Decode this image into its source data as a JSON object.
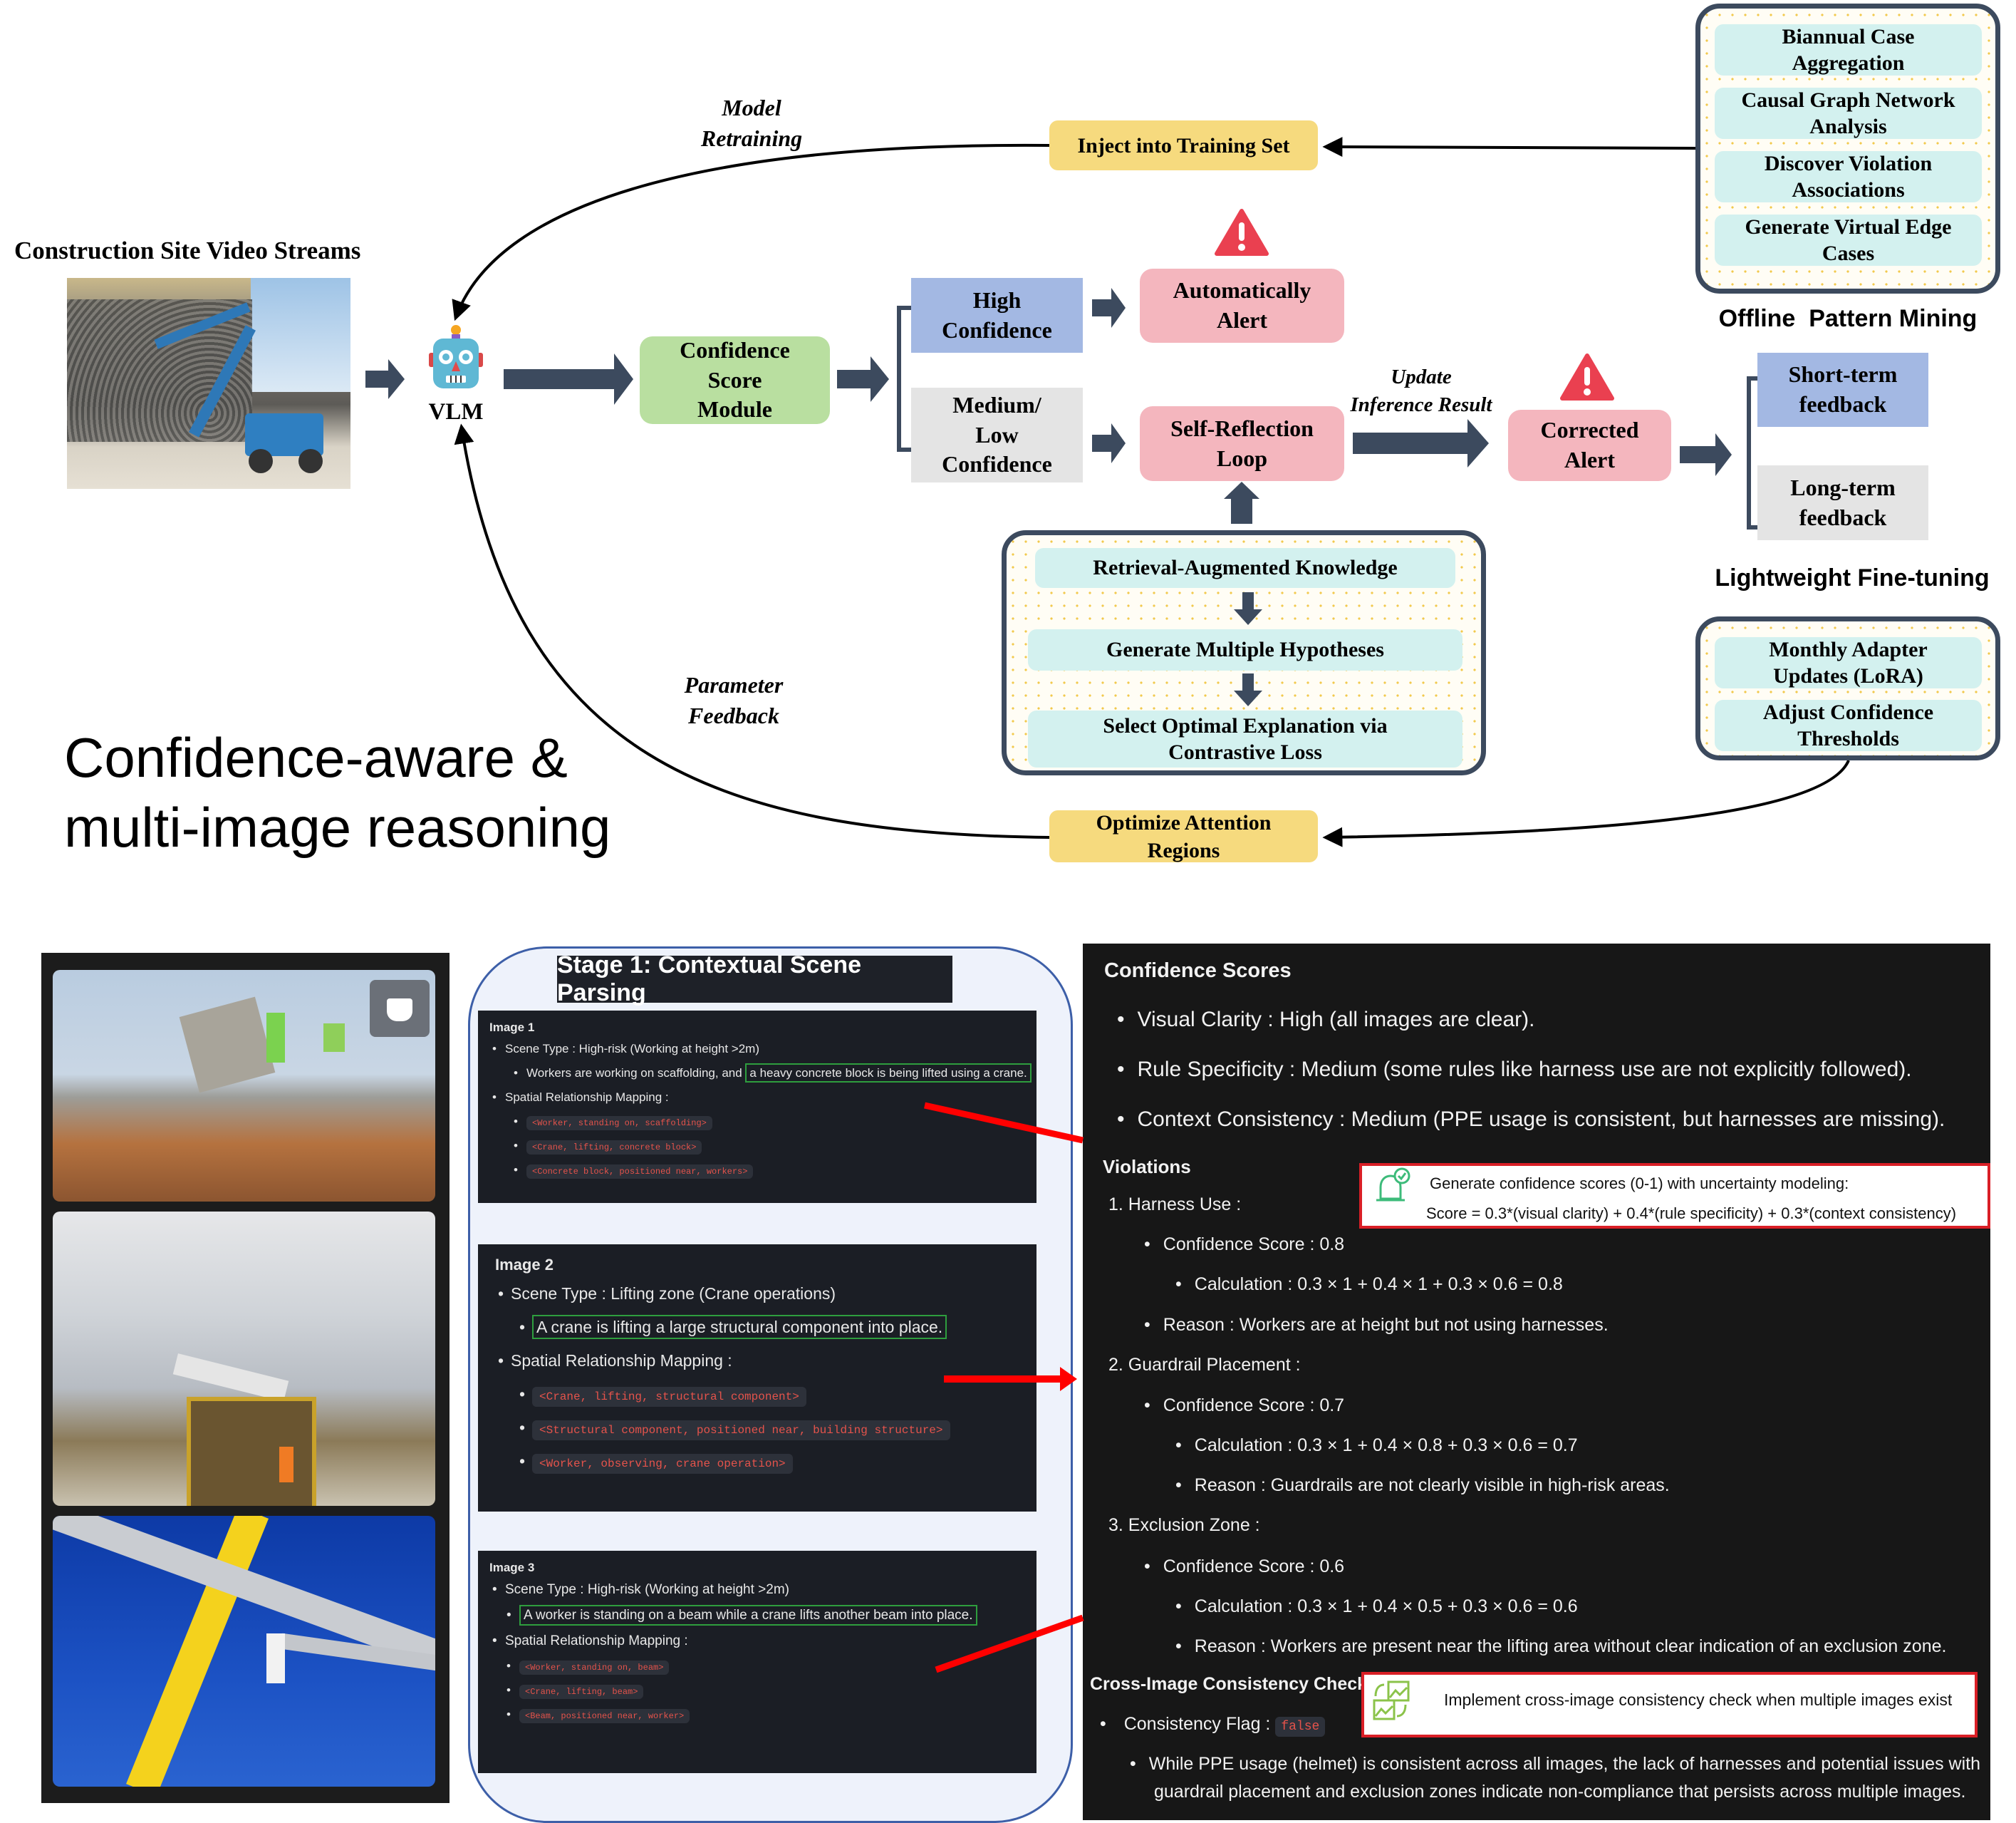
{
  "diagram": {
    "source_label": "Construction Site Video Streams",
    "vlm_label": "VLM",
    "confidence_module": "Confidence\nScore\nModule",
    "high_confidence": "High\nConfidence",
    "medium_low_confidence": "Medium/\nLow\nConfidence",
    "automatically_alert": "Automatically\nAlert",
    "self_reflection_loop": "Self-Reflection\nLoop",
    "update_inference_label": "Update\nInference Result",
    "corrected_alert": "Corrected\nAlert",
    "short_term_feedback": "Short-term\nfeedback",
    "long_term_feedback": "Long-term\nfeedback",
    "lightweight_label": "Lightweight Fine-tuning",
    "offline_label": "Offline  Pattern Mining",
    "offline_items": [
      "Biannual Case\nAggregation",
      "Causal Graph Network\nAnalysis",
      "Discover Violation\nAssociations",
      "Generate Virtual Edge\nCases"
    ],
    "inject_training": "Inject into Training Set",
    "model_retraining_label": "Model\nRetraining",
    "reflection_steps": [
      "Retrieval-Augmented  Knowledge",
      "Generate  Multiple  Hypotheses",
      "Select  Optimal  Explanation  via\nContrastive  Loss"
    ],
    "lightweight_items": [
      "Monthly Adapter\nUpdates (LoRA)",
      "Adjust Confidence\nThresholds"
    ],
    "optimize_attention": "Optimize Attention\nRegions",
    "parameter_feedback_label": "Parameter\nFeedback",
    "icons": {
      "robot": "robot-icon",
      "warning": "warning-icon"
    },
    "colors": {
      "green": "#b9dfa0",
      "blue": "#a3b8e3",
      "grey": "#e4e4e4",
      "pink": "#f4b6be",
      "yellow": "#f6da7e",
      "cyan": "#d3f1ef",
      "arrow": "#3c4a5e",
      "warning": "#ea4050"
    }
  },
  "title": {
    "line1": "Confidence-aware &",
    "line2": "multi-image reasoning"
  },
  "stage1": {
    "title": "Stage 1: Contextual Scene Parsing",
    "images": [
      {
        "heading": "Image 1",
        "scene_type": "Scene Type : High-risk (Working at height >2m)",
        "desc_prefix": "Workers are working on scaffolding, and ",
        "desc_highlight": "a heavy concrete block is being lifted using a crane.",
        "mapping_label": "Spatial Relationship Mapping :",
        "relations": [
          "<Worker, standing on, scaffolding>",
          "<Crane, lifting, concrete block>",
          "<Concrete block, positioned near, workers>"
        ]
      },
      {
        "heading": "Image 2",
        "scene_type": "Scene Type : Lifting zone (Crane operations)",
        "desc_prefix": "",
        "desc_highlight": "A crane is lifting a large structural component into place.",
        "mapping_label": "Spatial Relationship Mapping :",
        "relations": [
          "<Crane, lifting, structural component>",
          "<Structural component, positioned near, building structure>",
          "<Worker, observing, crane operation>"
        ]
      },
      {
        "heading": "Image 3",
        "scene_type": "Scene Type : High-risk (Working at height >2m)",
        "desc_prefix": "",
        "desc_highlight": "A worker is standing on a beam while a crane lifts another beam into place.",
        "mapping_label": "Spatial Relationship Mapping :",
        "relations": [
          "<Worker, standing on, beam>",
          "<Crane, lifting, beam>",
          "<Beam, positioned near, worker>"
        ]
      }
    ]
  },
  "confidence": {
    "heading": "Confidence Scores",
    "factors": [
      "Visual Clarity : High (all images are clear).",
      "Rule Specificity : Medium (some rules like harness use are not explicitly followed).",
      "Context Consistency : Medium (PPE usage is consistent, but harnesses are missing)."
    ],
    "violations_heading": "Violations",
    "violations": [
      {
        "title": "1.  Harness Use :",
        "score": "Confidence Score : 0.8",
        "calc": "Calculation : 0.3 × 1 + 0.4 × 1 + 0.3 × 0.6 = 0.8",
        "reason": "Reason : Workers are at height but not using harnesses."
      },
      {
        "title": "2.  Guardrail Placement :",
        "score": "Confidence Score : 0.7",
        "calc": "Calculation : 0.3 × 1 + 0.4 × 0.8 + 0.3 × 0.6 = 0.7",
        "reason": "Reason : Guardrails are not clearly visible in high-risk areas."
      },
      {
        "title": "3.  Exclusion Zone :",
        "score": "Confidence Score : 0.6",
        "calc": "Calculation : 0.3 × 1 + 0.4 × 0.5 + 0.3 × 0.6 = 0.6",
        "reason": "Reason : Workers are present near the lifting area without clear indication of an exclusion zone."
      }
    ],
    "callout_score": {
      "line1": "Generate confidence scores (0-1) with uncertainty modeling:",
      "line2": "Score = 0.3*(visual clarity) + 0.4*(rule specificity) + 0.3*(context consistency)"
    },
    "cross_heading": "Cross-Image Consistency Check",
    "consistency_flag_label": "Consistency Flag :",
    "consistency_flag_value": "false",
    "callout_cross": "Implement cross-image consistency check when multiple images exist",
    "summary_line1": "While PPE usage (helmet) is consistent across all images, the lack of harnesses and potential issues with",
    "summary_line2": "guardrail placement and exclusion zones indicate non-compliance that persists across multiple images."
  }
}
